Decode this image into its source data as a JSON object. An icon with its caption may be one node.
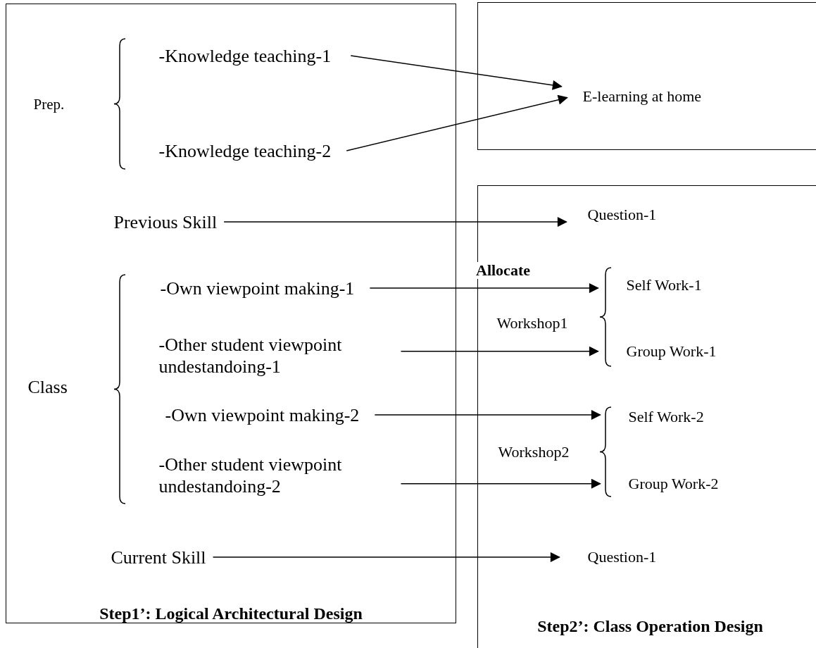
{
  "diagram": {
    "nodes": [
      {
        "text": [
          "Step1’: Logical Architectural Design"
        ]
      },
      {
        "text": [
          "Prep."
        ],
        "in": 0
      },
      {
        "text": [
          "-Knowledge teaching-1"
        ],
        "in": 0
      },
      {
        "text": [
          "-Knowledge teaching-2"
        ],
        "in": 0
      },
      {
        "text": [
          "Previous Skill"
        ],
        "in": 0
      },
      {
        "text": [
          "Class"
        ],
        "in": 0
      },
      {
        "text": [
          "-Own viewpoint making-1"
        ],
        "in": 0
      },
      {
        "text": [
          "-Other student viewpoint undestandoing-1"
        ],
        "in": 0
      },
      {
        "text": [
          "-Own viewpoint making-2"
        ],
        "in": 0
      },
      {
        "text": [
          "-Other student viewpoint undestandoing-2"
        ],
        "in": 0
      },
      {
        "text": [
          "Current Skill"
        ],
        "in": 0
      },
      {
        "text": [],
        "shape": "box"
      },
      {
        "text": [
          "E-learning at home"
        ],
        "in": 11
      },
      {
        "text": [
          "Step2’: Class Operation Design"
        ]
      },
      {
        "text": [
          "Question-1"
        ],
        "in": 13
      },
      {
        "text": [
          "Workshop1"
        ],
        "in": 13
      },
      {
        "text": [
          "Self Work-1"
        ],
        "in": 13
      },
      {
        "text": [
          "Group Work-1"
        ],
        "in": 13
      },
      {
        "text": [
          "Workshop2"
        ],
        "in": 13
      },
      {
        "text": [
          "Self Work-2"
        ],
        "in": 13
      },
      {
        "text": [
          "Group Work-2"
        ],
        "in": 13
      },
      {
        "text": [
          "Question-1"
        ],
        "in": 13
      }
    ],
    "edges": [
      {
        "from": 2,
        "to": 12,
        "arrow": "to"
      },
      {
        "from": 3,
        "to": 12,
        "arrow": "to"
      },
      {
        "from": 4,
        "to": 14,
        "arrow": "to"
      },
      {
        "from": 6,
        "to": 16,
        "label": "Allocate",
        "arrow": "to"
      },
      {
        "from": 7,
        "to": 17,
        "arrow": "to"
      },
      {
        "from": 8,
        "to": 19,
        "arrow": "to"
      },
      {
        "from": 9,
        "to": 20,
        "arrow": "to"
      },
      {
        "from": 10,
        "to": 21,
        "arrow": "to"
      }
    ]
  }
}
